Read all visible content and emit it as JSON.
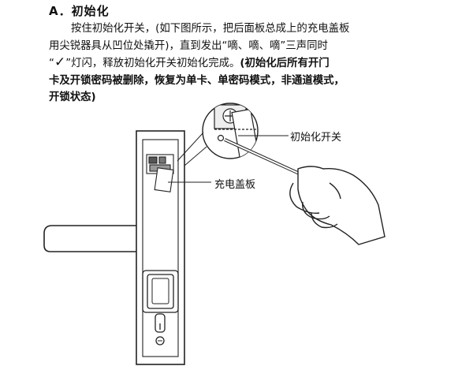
{
  "section": {
    "heading": "A．初始化"
  },
  "paragraph": {
    "line1": "按住初始化开关，(如下图所示，把后面板总成上的充电盖板",
    "line2": "用尖锐器具从凹位处撬开)，直到发出“嘀、嘀、嘀”三声同时",
    "line3_prefix": "“",
    "line3_check": "✓",
    "line3_mid": "”灯闪，释放初始化开关初始化完成。",
    "line3_bold": "(初始化后所有开门",
    "line4_bold": "卡及开锁密码被删除，恢复为单卡、单密码模式，非通道模式，",
    "line5_bold": "开锁状态)"
  },
  "callouts": {
    "init_switch": "初始化开关",
    "charge_cover": "充电盖板"
  }
}
